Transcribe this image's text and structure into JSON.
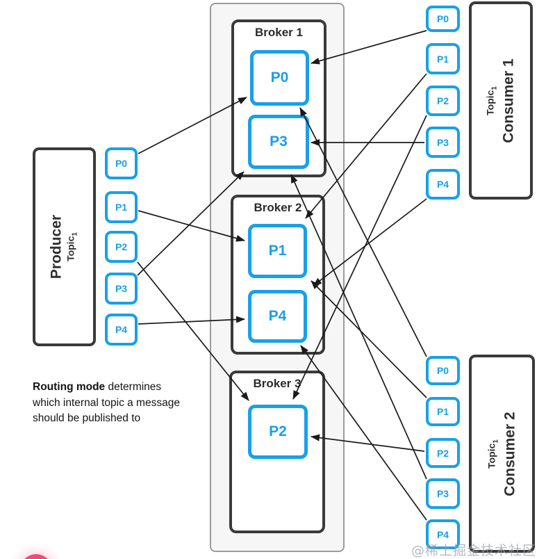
{
  "producer": {
    "name": "Producer",
    "topic": "Topic",
    "topic_sub": "1",
    "partitions": [
      "P0",
      "P1",
      "P2",
      "P3",
      "P4"
    ]
  },
  "brokers": [
    {
      "name": "Broker 1",
      "partitions": [
        "P0",
        "P3"
      ]
    },
    {
      "name": "Broker 2",
      "partitions": [
        "P1",
        "P4"
      ]
    },
    {
      "name": "Broker 3",
      "partitions": [
        "P2"
      ]
    }
  ],
  "consumers": [
    {
      "name": "Consumer 1",
      "topic": "Topic",
      "topic_sub": "1",
      "partitions": [
        "P0",
        "P1",
        "P2",
        "P3",
        "P4"
      ]
    },
    {
      "name": "Consumer 2",
      "topic": "Topic",
      "topic_sub": "1",
      "partitions": [
        "P0",
        "P1",
        "P2",
        "P3",
        "P4"
      ]
    }
  ],
  "note": {
    "bold": "Routing mode",
    "text": " determines which internal topic a message should be published to"
  },
  "watermark": "@稀土掘金技术社区",
  "colors": {
    "accent_blue": "#18A0E8",
    "box_border": "#3A3A3A",
    "arrow": "#1A1A1A",
    "panel_bg": "#F6F6F6",
    "panel_border": "#9B9B9B",
    "watermark_gray": "#9AA0A6",
    "dot_pink": "#F4477E"
  },
  "edges": [
    {
      "from": "producer-p0",
      "to": "broker1-p0"
    },
    {
      "from": "producer-p1",
      "to": "broker2-p1"
    },
    {
      "from": "producer-p2",
      "to": "broker3-p2"
    },
    {
      "from": "producer-p3",
      "to": "broker1-p3"
    },
    {
      "from": "producer-p4",
      "to": "broker2-p4"
    },
    {
      "from": "consumer1-p0",
      "to": "broker1-p0"
    },
    {
      "from": "consumer1-p1",
      "to": "broker2-p1"
    },
    {
      "from": "consumer1-p2",
      "to": "broker3-p2"
    },
    {
      "from": "consumer1-p3",
      "to": "broker1-p3"
    },
    {
      "from": "consumer1-p4",
      "to": "broker2-p4"
    },
    {
      "from": "consumer2-p0",
      "to": "broker1-p0"
    },
    {
      "from": "consumer2-p1",
      "to": "broker2-p1"
    },
    {
      "from": "consumer2-p2",
      "to": "broker3-p2"
    },
    {
      "from": "consumer2-p3",
      "to": "broker1-p3"
    },
    {
      "from": "consumer2-p4",
      "to": "broker2-p4"
    }
  ]
}
